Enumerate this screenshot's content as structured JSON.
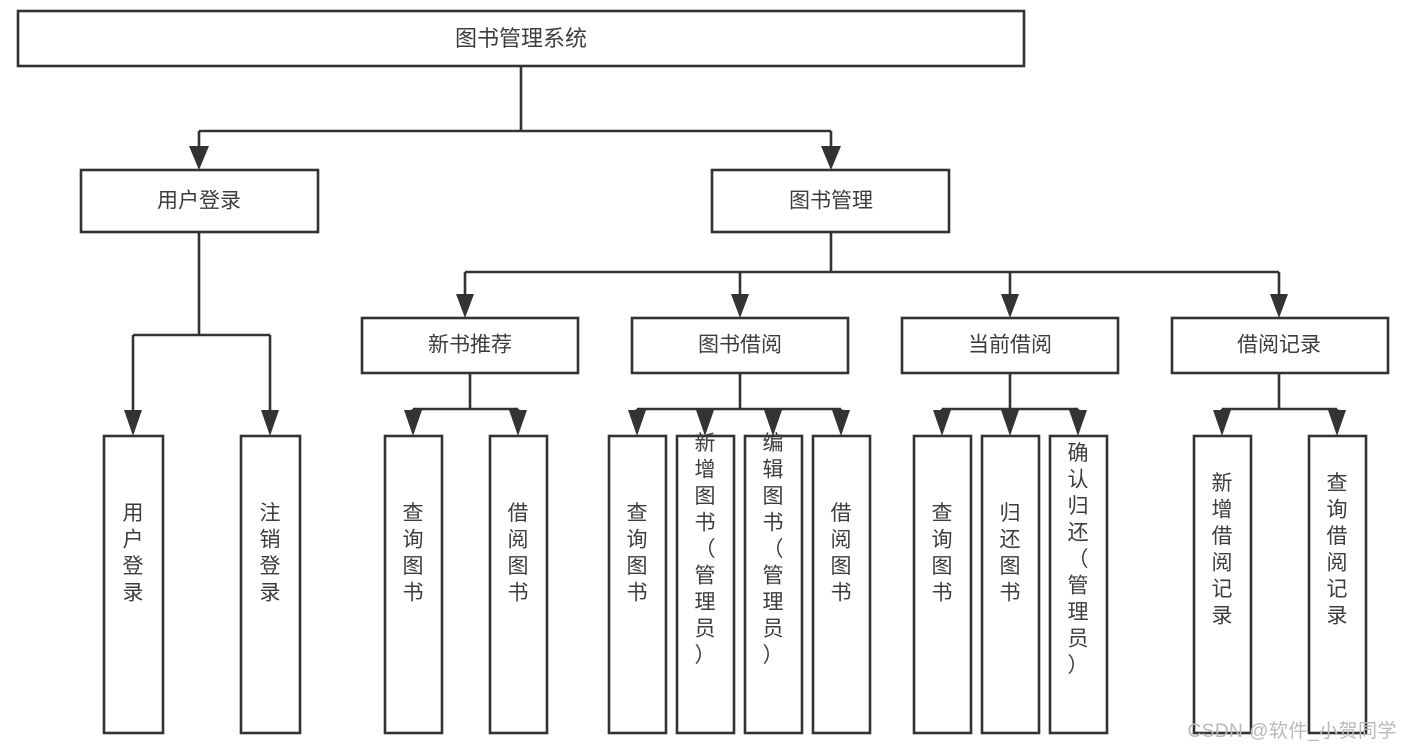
{
  "diagram": {
    "type": "tree-hierarchy",
    "title": "图书管理系统",
    "orientation": "top-down",
    "colors": {
      "box_stroke": "#333333",
      "box_fill": "#ffffff",
      "text": "#3d3d3d",
      "background": "#ffffff",
      "watermark": "#b9b9b9"
    },
    "root": {
      "label": "图书管理系统"
    },
    "level2": [
      {
        "label": "用户登录"
      },
      {
        "label": "图书管理"
      }
    ],
    "level3": [
      {
        "label": "新书推荐"
      },
      {
        "label": "图书借阅"
      },
      {
        "label": "当前借阅"
      },
      {
        "label": "借阅记录"
      }
    ],
    "leaves": {
      "user_login": [
        {
          "label": "用户登录"
        },
        {
          "label": "注销登录"
        }
      ],
      "new_book_recommend": [
        {
          "label": "查询图书"
        },
        {
          "label": "借阅图书"
        }
      ],
      "book_borrow": [
        {
          "label": "查询图书"
        },
        {
          "label": "新增图书（管理员）"
        },
        {
          "label": "编辑图书（管理员）"
        },
        {
          "label": "借阅图书"
        }
      ],
      "current_borrow": [
        {
          "label": "查询图书"
        },
        {
          "label": "归还图书"
        },
        {
          "label": "确认归还（管理员）"
        }
      ],
      "borrow_record": [
        {
          "label": "新增借阅记录"
        },
        {
          "label": "查询借阅记录"
        }
      ]
    }
  },
  "watermark": {
    "text": "CSDN @软件_小贺同学"
  }
}
